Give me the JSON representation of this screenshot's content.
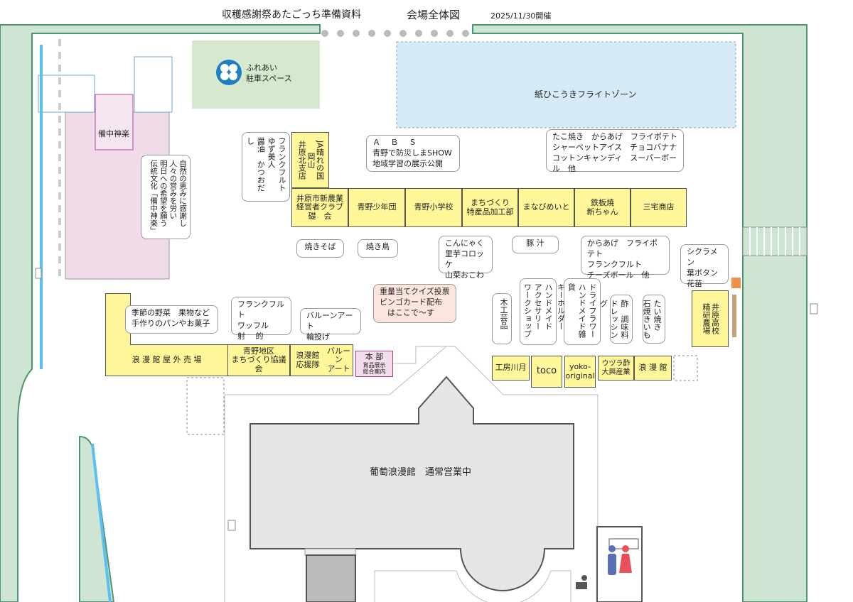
{
  "header": {
    "title": "収穫感謝祭あたごっち準備資料",
    "subtitle": "会場全体図",
    "date": "2025/11/30開催"
  },
  "areas": {
    "parking": "ふれあい\n駐車スペース",
    "paper_plane": "紙ひこうきフライトゾーン",
    "kagura": "備中神楽",
    "building": "葡萄浪漫館　通常営業中"
  },
  "booths": {
    "ja": "JA晴れの国岡山\n井原北支店",
    "ibara_club": "井原市新農業\n経営者クラブ\n礎　会",
    "aono_youth": "青野少年団",
    "aono_school": "青野小学校",
    "machi_tokusan": "まちづくり\n特産品加工部",
    "manabi": "まなびめいと",
    "teppan": "鉄板焼\n新ちゃん",
    "miyake": "三宅商店",
    "outdoor": "浪 漫 館 屋 外 売 場",
    "aono_council": "青野地区\nまちづくり協議会",
    "ouentai": "浪漫館\n応援隊",
    "balloon": "バルーン\nアート",
    "hq_title": "本 部",
    "hq_sub": "賞品展示\n総合案内",
    "kobo": "工房川月",
    "toco": "toco",
    "yoko": "yoko-\noriginal",
    "uzura": "ウヅラ酢\n大興産業",
    "romankan": "浪 漫 館",
    "ibara_hs": "井原高校\n精研農場"
  },
  "bubbles": {
    "frank_left": "フランクフルト\nゆず美人\n醤油　かつおだし",
    "abs": "Ａ　 Ｂ　 Ｓ\n青野で防災しまSHOW\n地域学習の展示公開",
    "tako": "たこ焼き　からあげ　フライポテト\nシャーベットアイス　チョコバナナ\nコットンキャンディ　スーパーボール　他",
    "yakisoba": "焼きそば",
    "yakitori": "焼き鳥",
    "konnyaku": "こんにゃく\n里芋コロッケ\n山菜おこわ",
    "tonjiru": "豚 汁",
    "karaage": "からあげ　フライポテト\nフランクフルト\nチーズボール　他",
    "cyclamen": "シクラメン\n葉ボタン\n花苗",
    "kagura": "自然の恵みに感謝し\n人々の営みを労い\n明日への希望を願う\n伝統文化「備中神楽」",
    "vegetables": "季節の野菜　果物など\n手作りのパンやお菓子",
    "waffle": "フランクフルト\nワッフル\n射　 的",
    "balloon": "バルーンアート\n輪投げ",
    "quiz": "重量当てクイズ投票\nビンゴカード配布\n　はここで〜す",
    "woodwork": "木工芸品",
    "handmade": "ハンドメイド\nアクセサリー\nワークショップ",
    "dryflower": "ドライフラワー\nハンドメイド雑貨\nキーホルダー",
    "vinegar": "酢　調味料\nドレッシング",
    "taiyaki": "たい焼き\n石焼きいも"
  },
  "colors": {
    "booth": "#fff799",
    "road": "#cfe5d3",
    "road_edge": "#4e9470",
    "parking": "#d5e9cf",
    "plane_zone": "#d6ebf7",
    "kagura": "#f0dbe9",
    "hq": "#f3dcec",
    "quiz": "#fbe5dc",
    "building": "#e6e6e6"
  }
}
